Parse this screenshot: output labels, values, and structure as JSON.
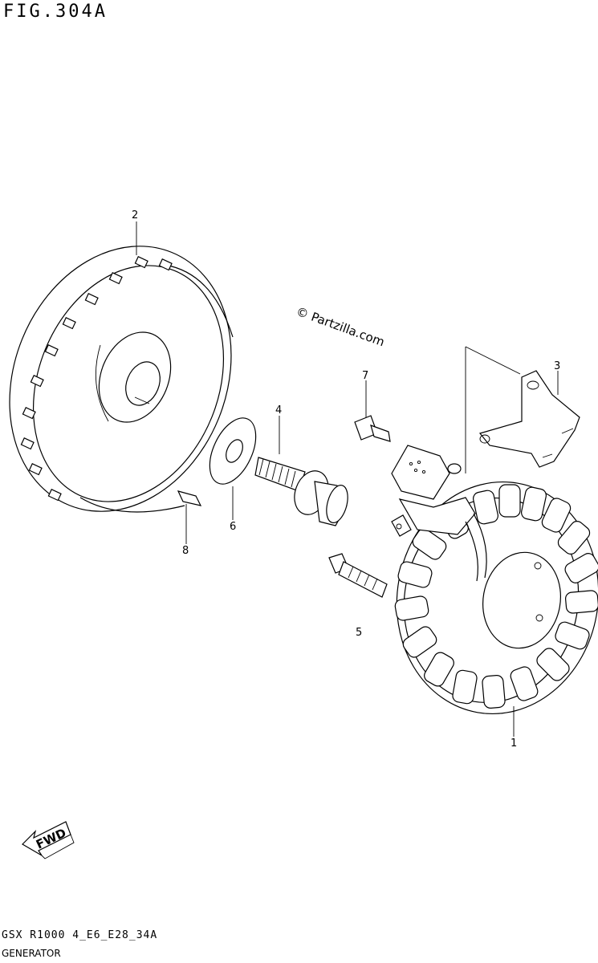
{
  "header": {
    "figure_title": "FIG.304A"
  },
  "footer": {
    "code": "GSX R1000 4_E6_E28_34A",
    "name": "GENERATOR"
  },
  "watermark": "© Partzilla.com",
  "direction_arrow": {
    "label": "FWD",
    "icon": "fwd-arrow-icon"
  },
  "callouts": [
    {
      "id": "callout-1",
      "label": "1"
    },
    {
      "id": "callout-2",
      "label": "2"
    },
    {
      "id": "callout-3",
      "label": "3"
    },
    {
      "id": "callout-4",
      "label": "4"
    },
    {
      "id": "callout-5",
      "label": "5"
    },
    {
      "id": "callout-6",
      "label": "6"
    },
    {
      "id": "callout-7",
      "label": "7"
    },
    {
      "id": "callout-8",
      "label": "8"
    }
  ]
}
